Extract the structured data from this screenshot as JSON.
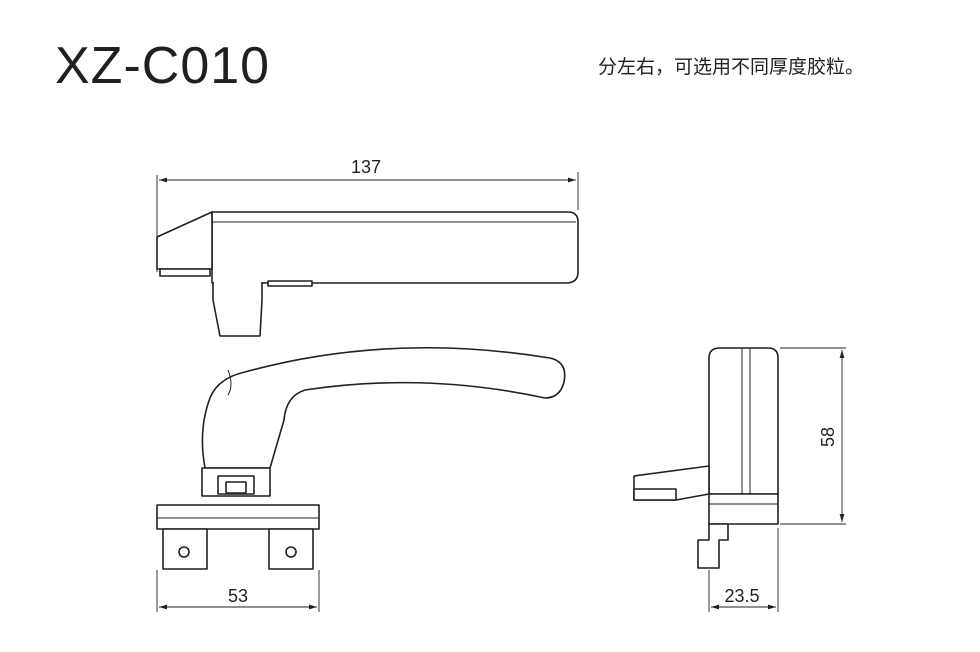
{
  "header": {
    "model": "XZ-C010",
    "note": "分左右，可选用不同厚度胶粒。"
  },
  "dimensions": {
    "length": "137",
    "base_width": "53",
    "height": "58",
    "depth": "23.5"
  },
  "colors": {
    "ink": "#231f20",
    "background": "#ffffff"
  }
}
